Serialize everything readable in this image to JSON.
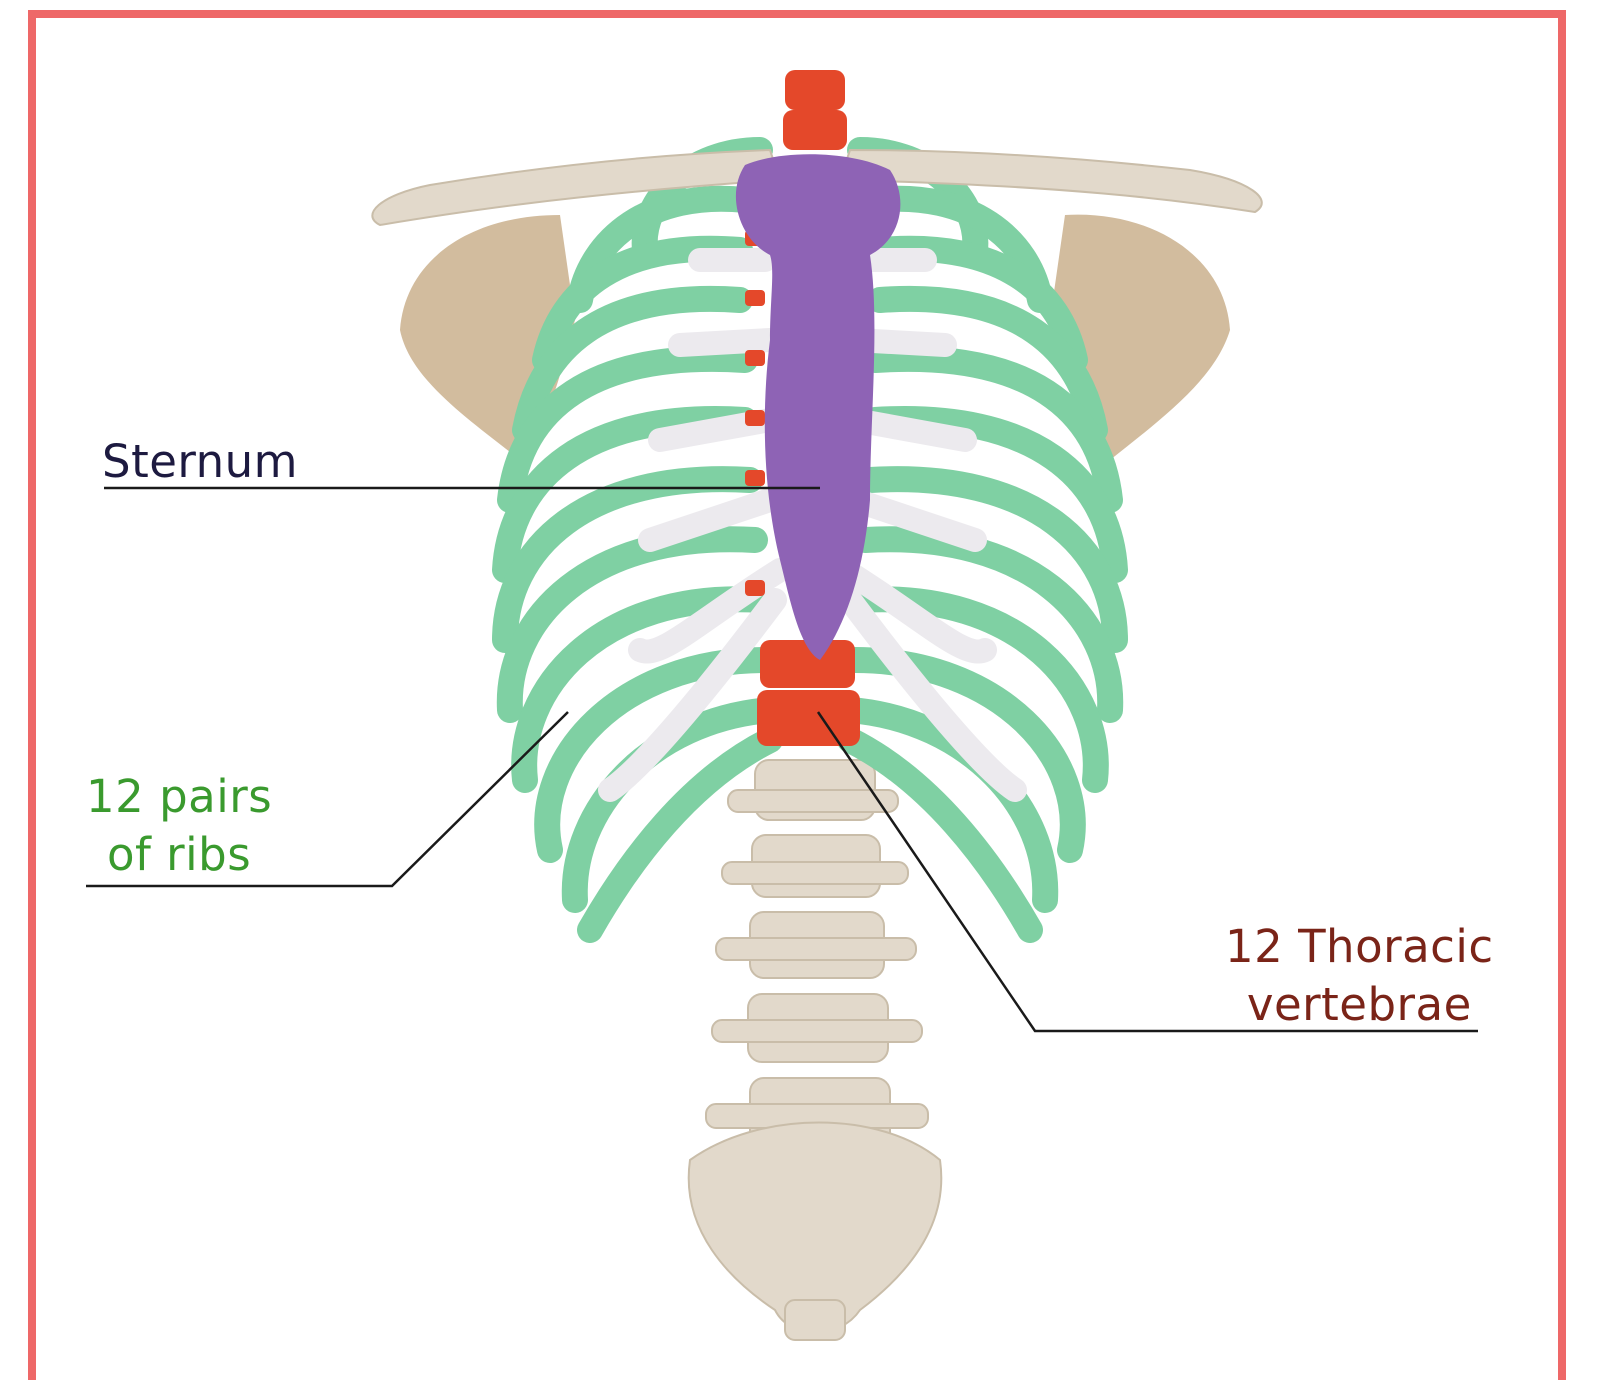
{
  "labels": {
    "sternum": "Sternum",
    "ribs_line1": "12 pairs",
    "ribs_line2": "of ribs",
    "vertebrae_line1": "12 Thoracic",
    "vertebrae_line2": "vertebrae"
  },
  "colors": {
    "frame": "#ee6868",
    "sternum": "#8e63b5",
    "ribs": "#7fd0a3",
    "thoracic_vertebrae": "#e4482a",
    "cartilage": "#eceaee",
    "bone": "#e2d9cb",
    "scapula": "#d2bc9e",
    "sternum_label": "#1d1a40",
    "ribs_label": "#3a9a2e",
    "vertebrae_label": "#7a2418",
    "leader_line": "#1a1a1a"
  }
}
